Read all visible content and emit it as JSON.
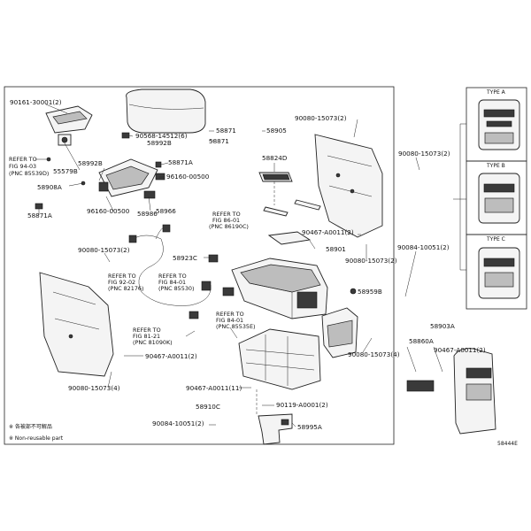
{
  "labels": {
    "p90161": "90161-30001(2)",
    "p55579": "55579B",
    "refFig94": "REFER TO",
    "refFig94b": "FIG 94-03",
    "refFig94c": "(PNC 85539D)",
    "p58908a": "58908A",
    "p58871a_l": "58871A",
    "p58992b_top": "58992B",
    "p58992b_left": "58992B",
    "p90568": "90568-14512(6)",
    "p58871a_m": "58871A",
    "p96160_r": "96160-00500",
    "p96160_l": "96160-00500",
    "p58986": "58986",
    "p58966": "58966",
    "p58871": "58871",
    "p58905": "58905",
    "p58824d": "58824D",
    "p90080_top": "90080-15073(2)",
    "p90080_right": "90080-15073(2)",
    "refFig86": "REFER TO",
    "refFig86b": "FIG 86-01",
    "refFig86c": "(PNC 86190C)",
    "p90467_1": "90467-A0011(2)",
    "p58901": "58901",
    "p90080_mid": "90080-15073(2)",
    "p58923c": "58923C",
    "p90080_left": "90080-15073(2)",
    "refFig92": "REFER TO",
    "refFig92b": "FIG 92-02",
    "refFig92c": "(PNC 82176)",
    "refFig84a": "REFER TO",
    "refFig84ab": "FIG 84-01",
    "refFig84ac": "(PNC 85530)",
    "p58959b": "58959B",
    "p90084_r": "90084-10051(2)",
    "refFig84b": "REFER TO",
    "refFig84bb": "FIG 84-01",
    "refFig84bc": "(PNC 85535E)",
    "refFig81": "REFER TO",
    "refFig81b": "FIG 81-21",
    "refFig81c": "(PNC 81090K)",
    "p90467_2": "90467-A0011(2)",
    "p90080_bottom_r": "90080-15073(4)",
    "p90080_bottom_l": "90080-15073(4)",
    "p90467_3": "90467-A0011(11)",
    "p58910c": "58910C",
    "p90119": "90119-A0001(2)",
    "p90084_b": "90084-10051(2)",
    "p58995a": "58995A",
    "p58903a": "58903A",
    "p58860a": "58860A",
    "p90467_4": "90467-A0011(2)",
    "typeA": "TYPE A",
    "typeB": "TYPE B",
    "typeC": "TYPE C",
    "legend1": "※ 各被部不可解品",
    "legend2": "※ Non-reusable part",
    "partNo": "58444E"
  }
}
